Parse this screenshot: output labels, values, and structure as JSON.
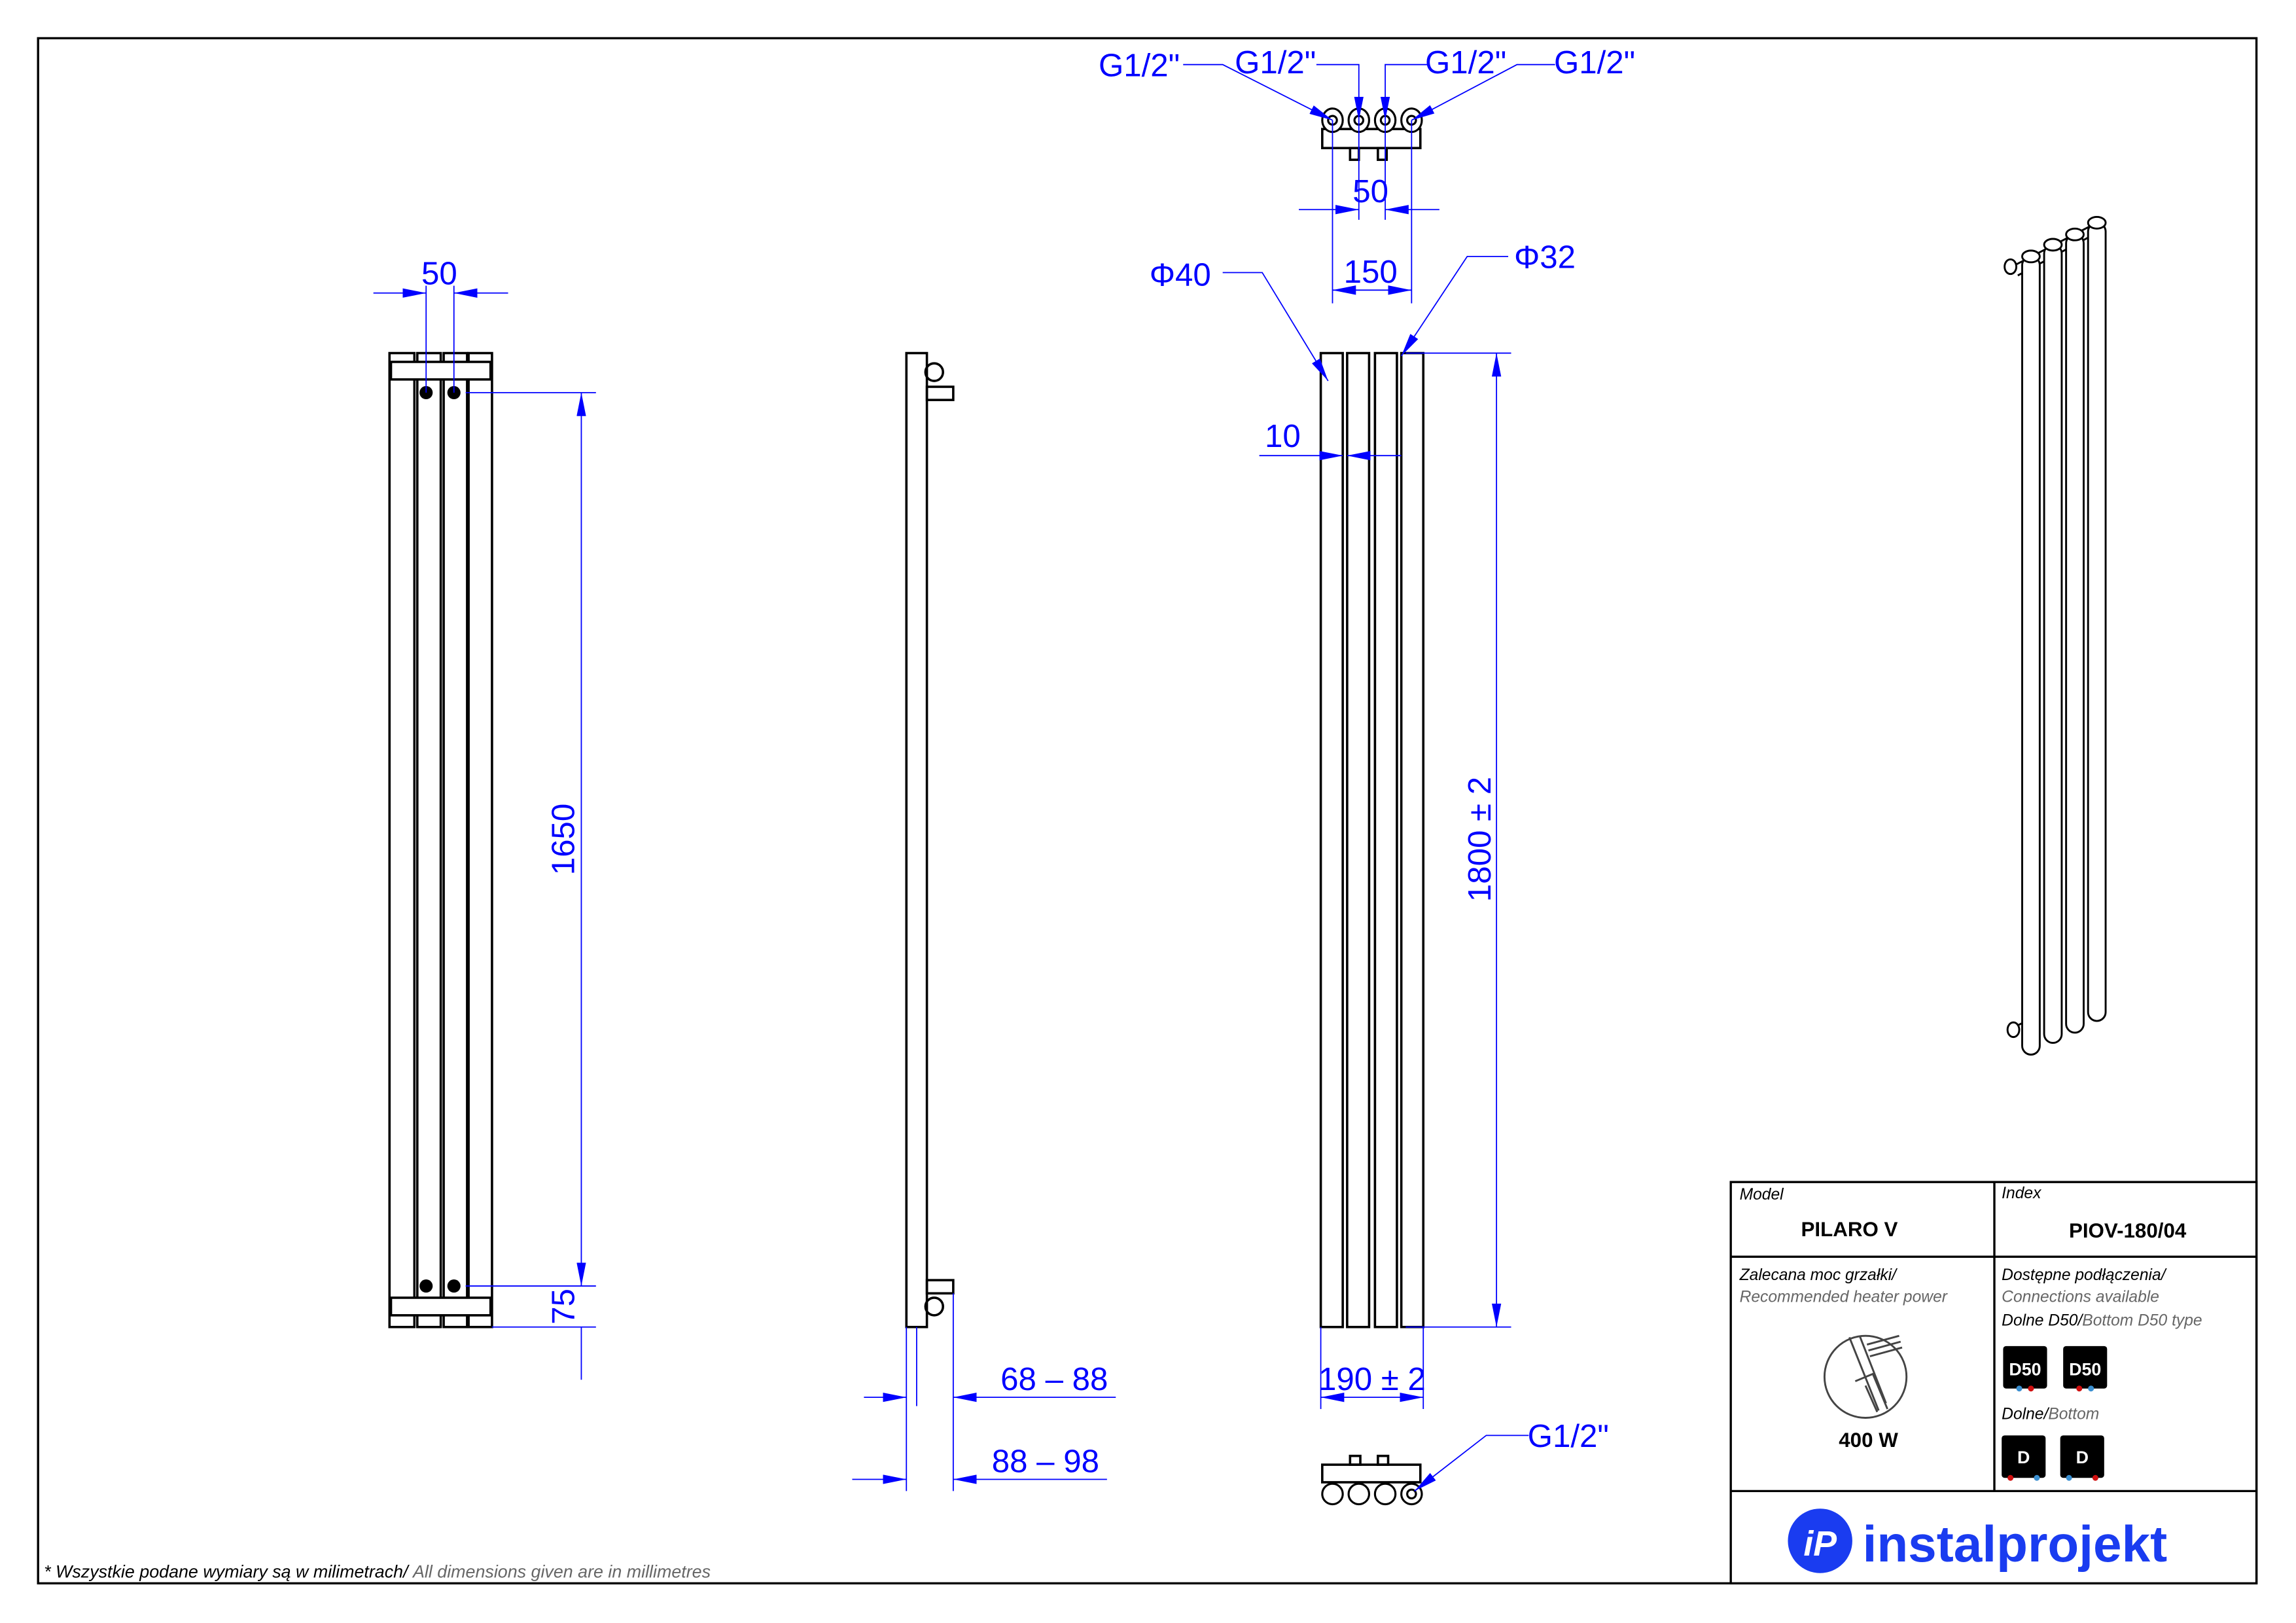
{
  "drawing": {
    "dims": {
      "left_width": "50",
      "left_height": "1650",
      "left_bottom": "75",
      "side_depth_1": "68 – 88",
      "side_depth_2": "88 – 98",
      "front_height": "1800 ± 2",
      "front_width": "190 ± 2",
      "front_gap": "10",
      "tube_outer": "Φ40",
      "tube_inner": "Φ32",
      "top_spacing": "50",
      "top_width": "150",
      "thread": "G1/2\""
    }
  },
  "title_block": {
    "model_label": "Model",
    "model_value": "PILARO V",
    "index_label": "Index",
    "index_value": "PIOV-180/04",
    "heater_label_pl": "Zalecana moc grzałki/",
    "heater_label_en": "Recommended heater power",
    "heater_power": "400 W",
    "conn_label_pl": "Dostępne podłączenia/",
    "conn_label_en": "Connections available",
    "d50_label_pl": "Dolne D50/",
    "d50_label_en": "Bottom D50 type",
    "d50_badge": "D50",
    "bottom_label_pl": "Dolne/",
    "bottom_label_en": "Bottom",
    "d_badge": "D",
    "brand": "instalprojekt"
  },
  "footnote": {
    "pl": "* Wszystkie podane wymiary są w milimetrach/ ",
    "en": "All dimensions given are in millimetres"
  },
  "colors": {
    "dimension": "#0000ff",
    "brand": "#1a3cf0"
  }
}
